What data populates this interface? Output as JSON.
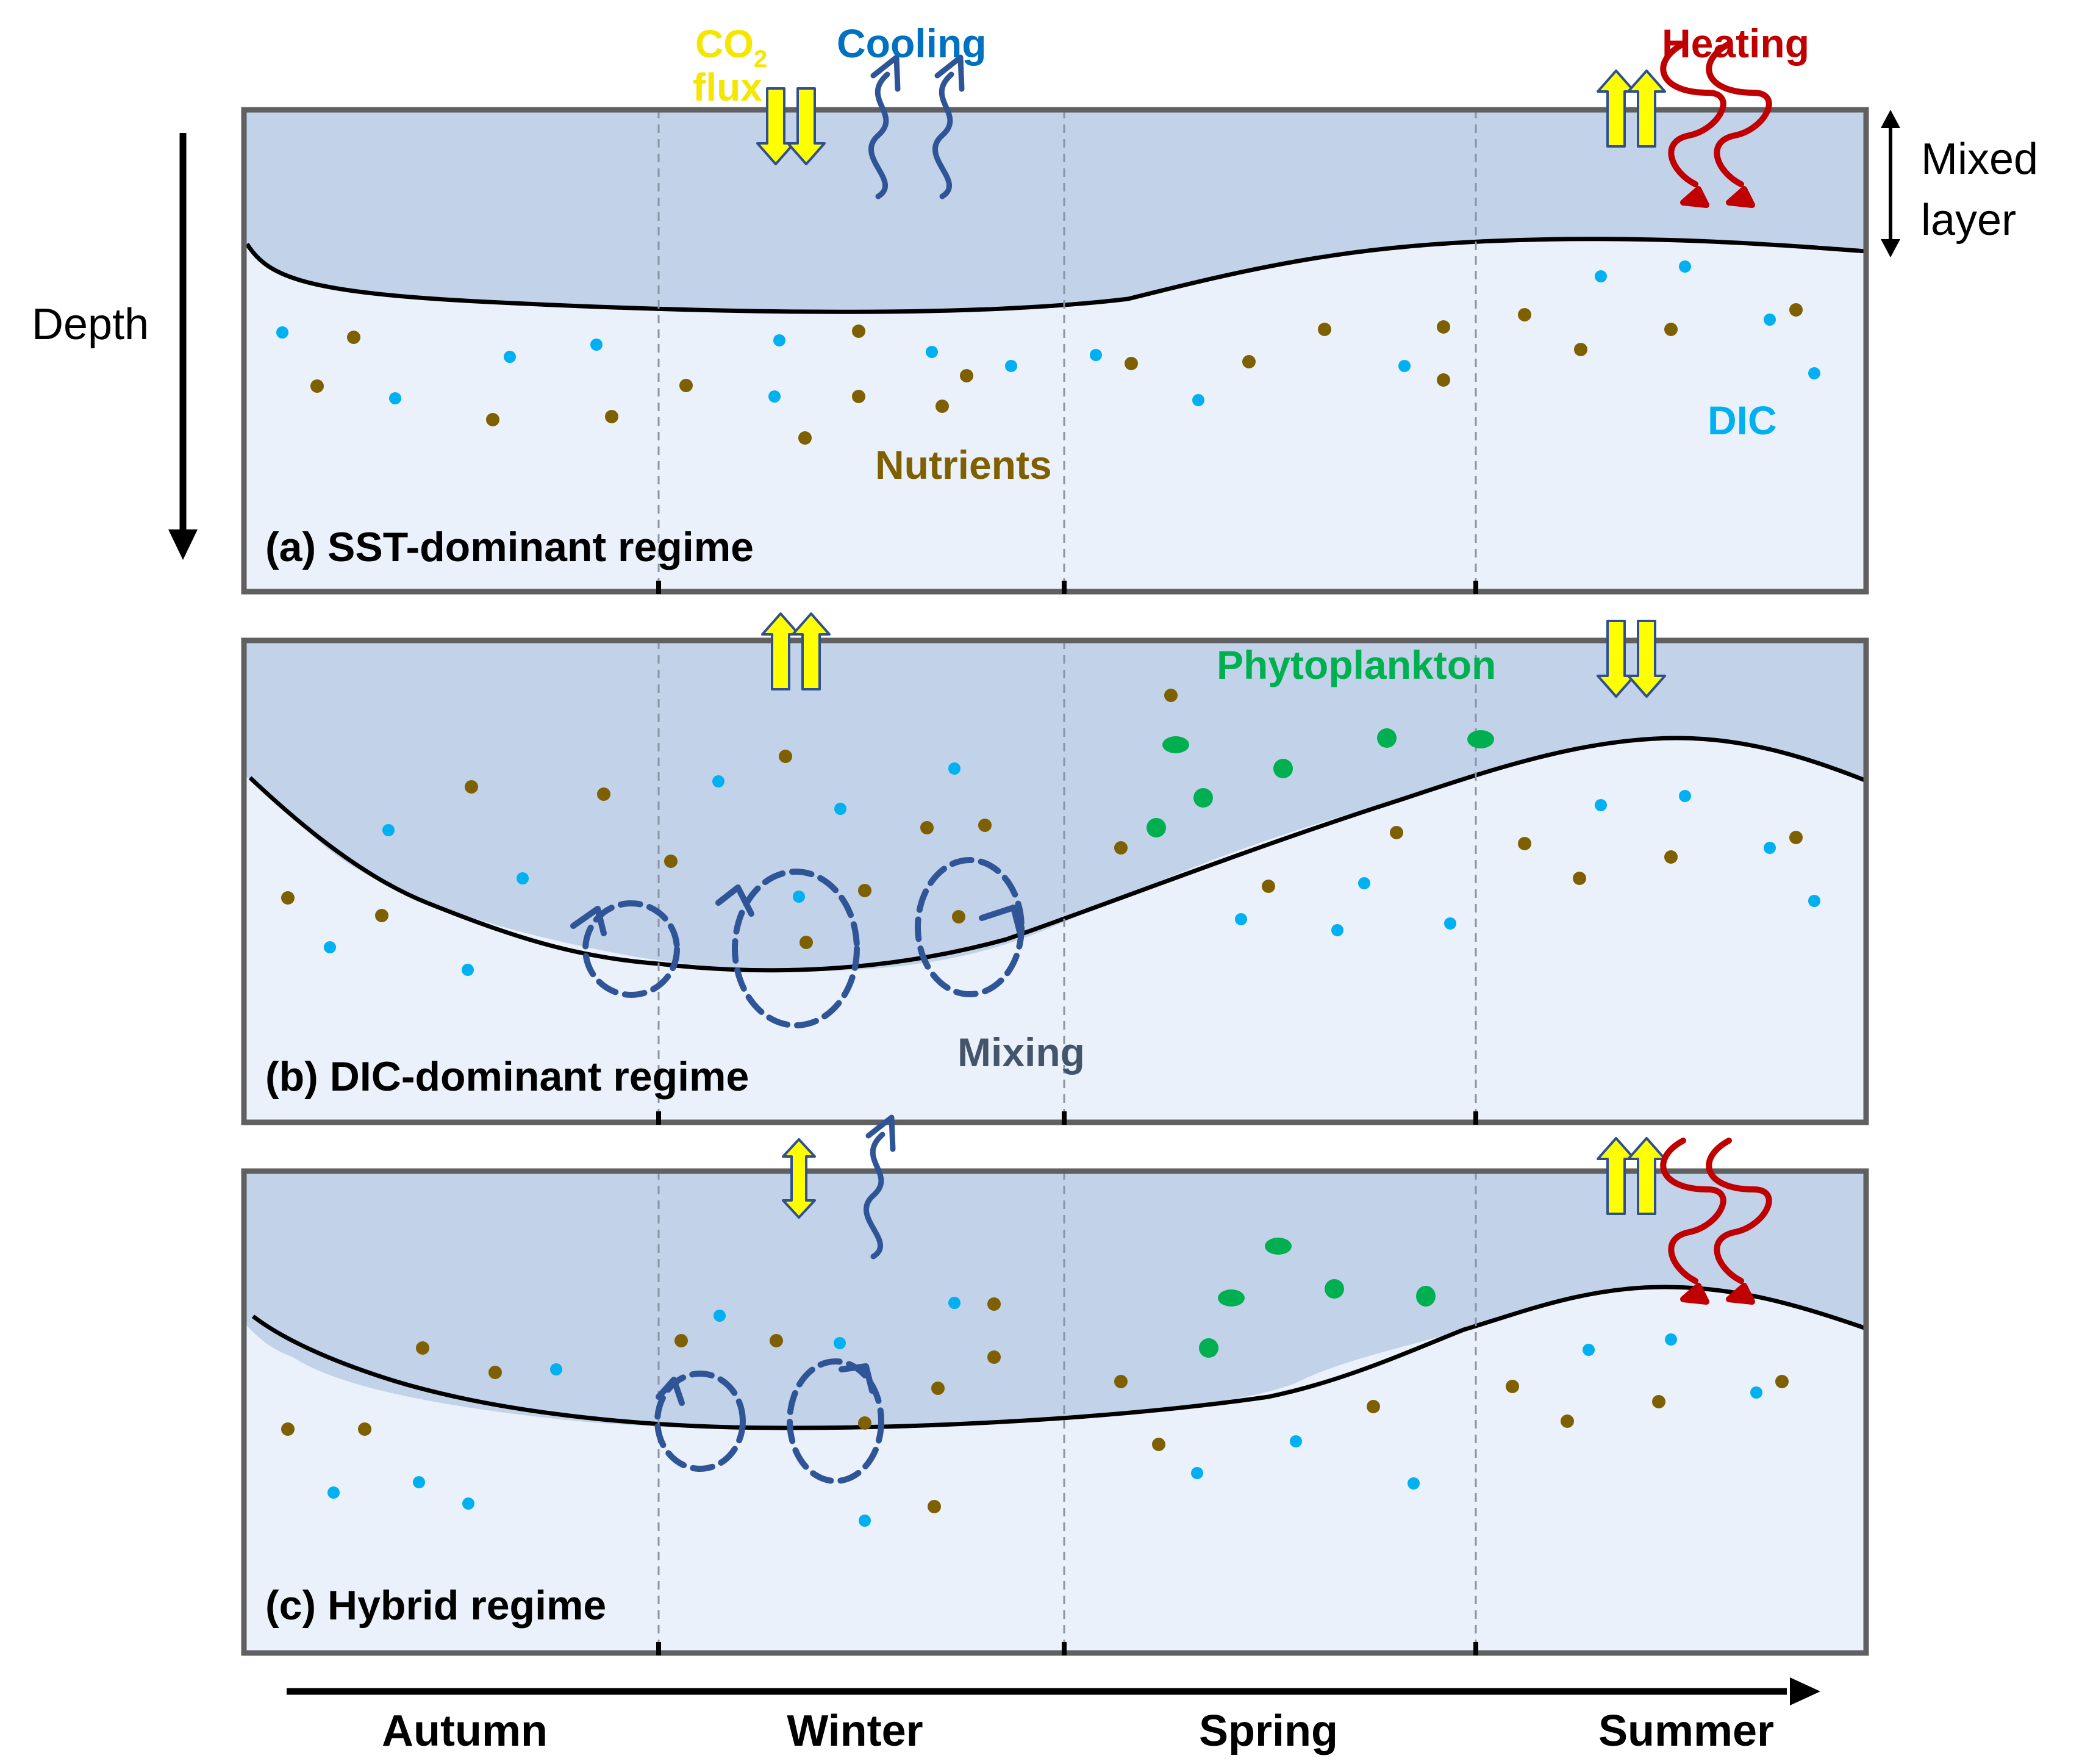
{
  "labels": {
    "co2_flux_prefix": "CO",
    "co2_flux_subscript": "2",
    "co2_flux_suffix": "flux",
    "cooling": "Cooling",
    "heating": "Heating",
    "mixed_layer_line1": "Mixed",
    "mixed_layer_line2": "layer",
    "depth": "Depth",
    "nutrients": "Nutrients",
    "dic": "DIC",
    "phytoplankton": "Phytoplankton",
    "mixing": "Mixing"
  },
  "panels": [
    {
      "id": "a",
      "title": "(a) SST-dominant regime"
    },
    {
      "id": "b",
      "title": "(b) DIC-dominant regime"
    },
    {
      "id": "c",
      "title": "(c) Hybrid regime"
    }
  ],
  "seasons": [
    "Autumn",
    "Winter",
    "Spring",
    "Summer"
  ],
  "colors": {
    "mixed_layer_fill": "#c1d2e9",
    "deep_water_fill": "#eaf1fa",
    "frame": "#606060",
    "co2_arrow": "#ffff00",
    "co2_text": "#f5e600",
    "cooling": "#0070c0",
    "cooling_arrow": "#2f5597",
    "heating": "#c00000",
    "nutrients": "#7f6000",
    "dic": "#00b0f0",
    "phytoplankton": "#00b050",
    "mixing_text": "#44546a",
    "mixing_eddy": "#2f5597"
  }
}
